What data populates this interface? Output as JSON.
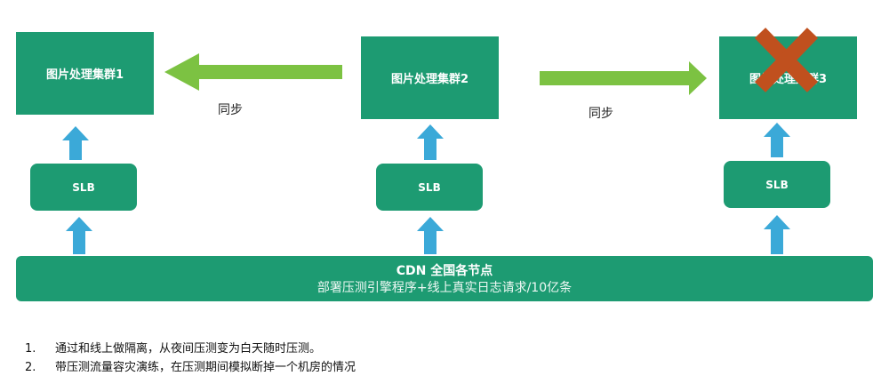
{
  "clusters": [
    {
      "label": "图片处理集群1"
    },
    {
      "label": "图片处理集群2"
    },
    {
      "label": "图片处理集群3"
    }
  ],
  "slb": [
    {
      "label": "SLB"
    },
    {
      "label": "SLB"
    },
    {
      "label": "SLB"
    }
  ],
  "sync_labels": [
    "同步",
    "同步"
  ],
  "cdn": {
    "title": "CDN 全国各节点",
    "subtitle": "部署压测引擎程序+线上真实日志请求/10亿条"
  },
  "notes": [
    {
      "num": "1.",
      "text": "通过和线上做隔离，从夜间压测变为白天随时压测。"
    },
    {
      "num": "2.",
      "text": "带压测流量容灾演练，在压测期间模拟断掉一个机房的情况"
    }
  ],
  "colors": {
    "box": "#1d9b72",
    "sync_arrow": "#7cc242",
    "up_arrow": "#3ba9d8",
    "x_mark": "#c0501e"
  },
  "marks": {
    "failed_cluster": "x-mark-icon"
  }
}
